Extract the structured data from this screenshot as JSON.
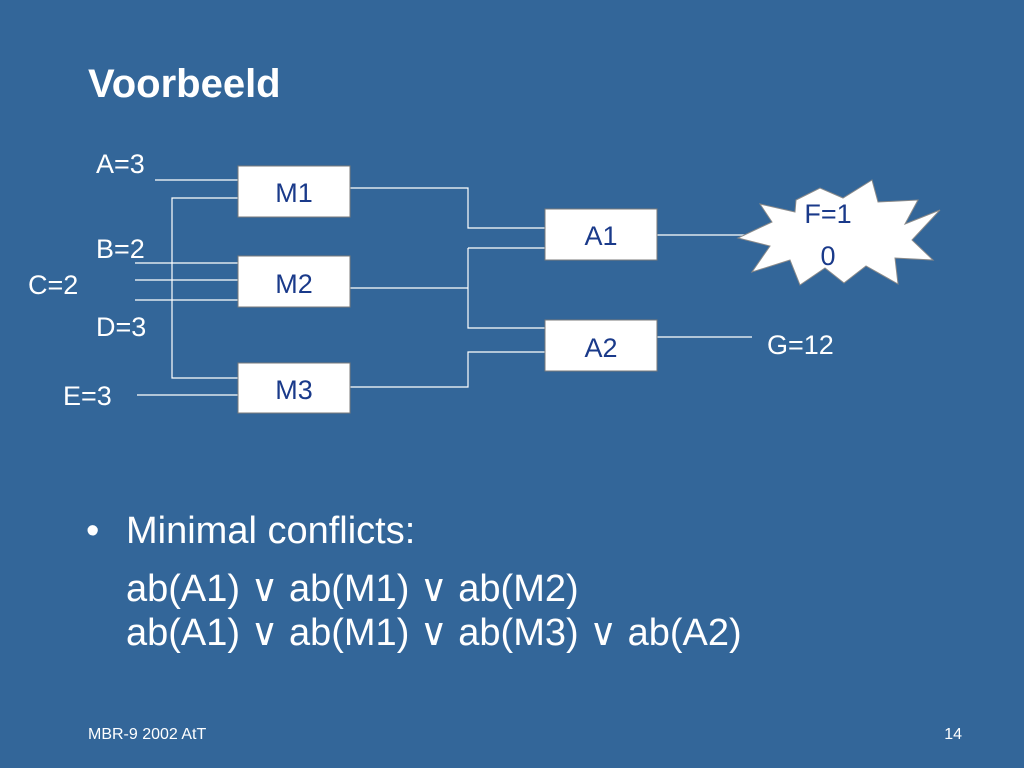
{
  "slide": {
    "title": "Voorbeeld",
    "footer_left": "MBR-9 2002 AtT",
    "page_number": "14"
  },
  "diagram": {
    "inputs": {
      "a": "A=3",
      "b": "B=2",
      "c": "C=2",
      "d": "D=3",
      "e": "E=3"
    },
    "multipliers": {
      "m1": "M1",
      "m2": "M2",
      "m3": "M3"
    },
    "adders": {
      "a1": "A1",
      "a2": "A2"
    },
    "outputs": {
      "f_line1": "F=1",
      "f_line2": "0",
      "g": "G=12"
    }
  },
  "bullets": {
    "heading": "Minimal conflicts:",
    "bullet_symbol": "•",
    "conflicts": [
      "ab(A1) ∨ ab(M1) ∨ ab(M2)",
      "ab(A1) ∨ ab(M1) ∨ ab(M3) ∨ ab(A2)"
    ]
  },
  "colors": {
    "background": "#336699",
    "text": "#ffffff",
    "box_text": "#1a3a8a"
  }
}
